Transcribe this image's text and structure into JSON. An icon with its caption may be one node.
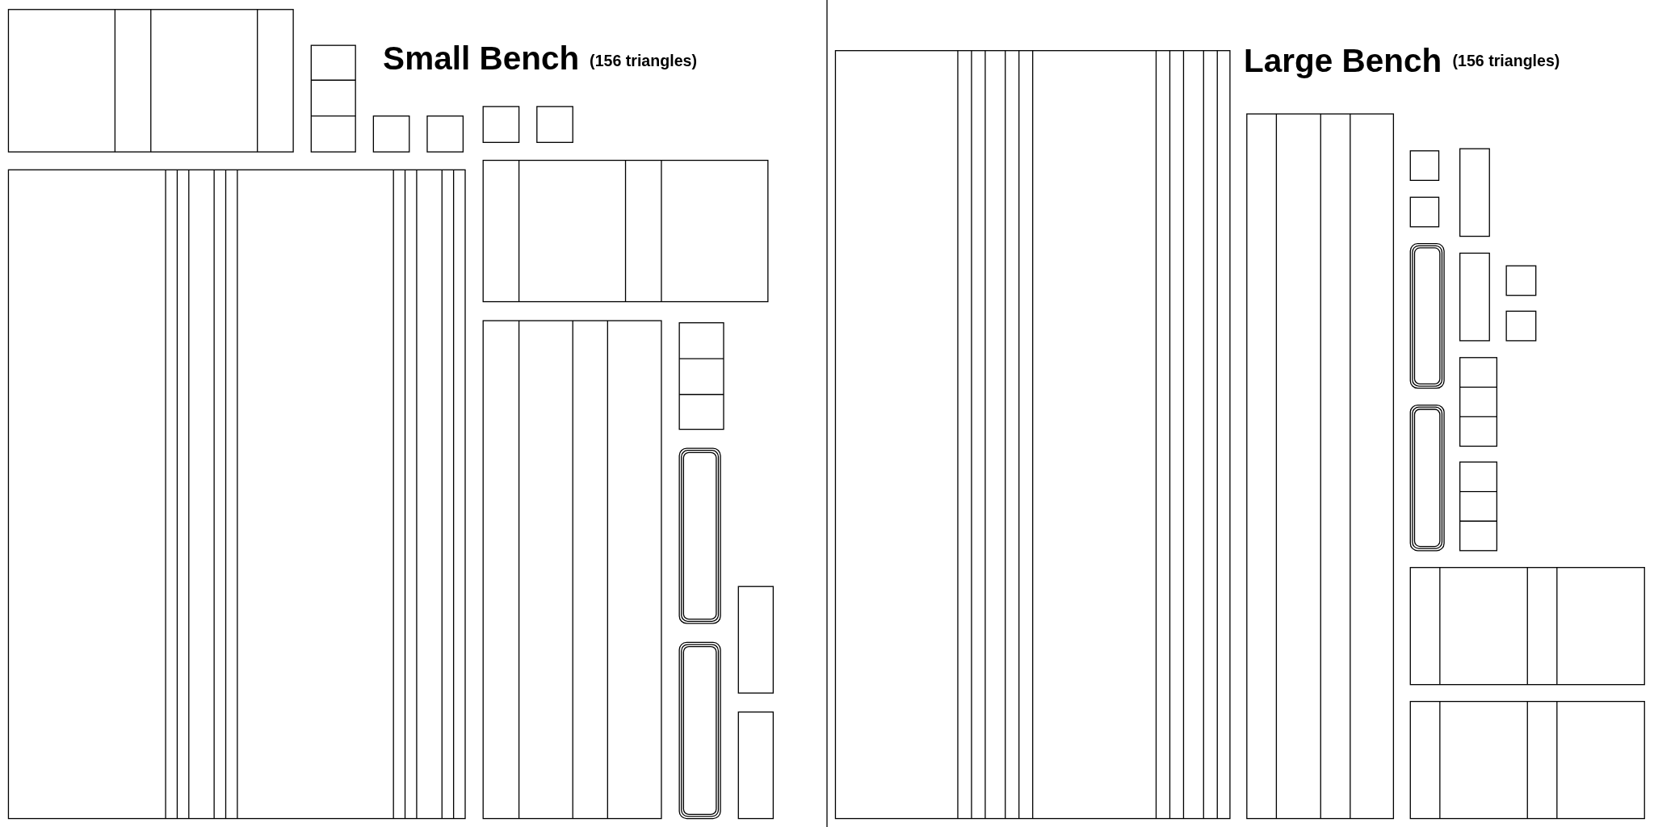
{
  "diagram": {
    "labels": [
      "Small Bench",
      "(156 triangles)",
      "Large Bench",
      "(156 triangles)"
    ]
  }
}
